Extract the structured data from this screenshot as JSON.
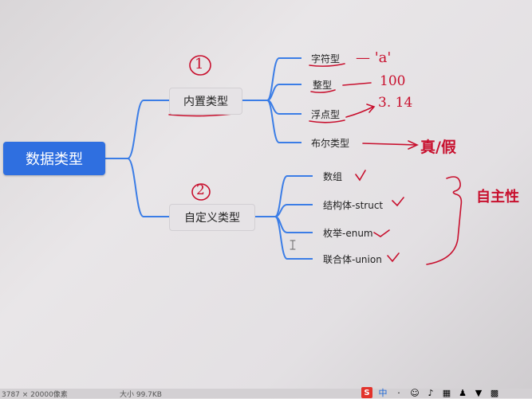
{
  "root": {
    "label": "数据类型"
  },
  "branches": [
    {
      "label": "内置类型",
      "marker": "1",
      "children": [
        {
          "label": "字符型",
          "note": "— 'a'"
        },
        {
          "label": "整型",
          "note": "100"
        },
        {
          "label": "浮点型",
          "note": "3. 14"
        },
        {
          "label": "布尔类型",
          "note": "真/假"
        }
      ]
    },
    {
      "label": "自定义类型",
      "marker": "2",
      "children": [
        {
          "label": "数组"
        },
        {
          "label": "结构体-struct"
        },
        {
          "label": "枚举-enum"
        },
        {
          "label": "联合体-union"
        }
      ],
      "group_note": "自主性"
    }
  ],
  "statusbar": {
    "left": "3787 × 20000像素",
    "right": "大小 99.7KB"
  },
  "tray": {
    "ime_logo": "S",
    "ime_mode": "中"
  },
  "colors": {
    "root_fill": "#2f6fe0",
    "connector": "#3b7de6",
    "ink": "#c8102e"
  }
}
